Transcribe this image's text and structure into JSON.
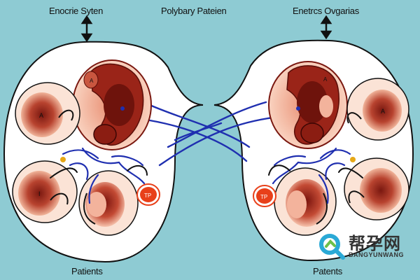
{
  "labels": {
    "left_title": "Enocrie Syten",
    "center_title": "Polybary Pateien",
    "right_title": "Enetrcs Ovgarias",
    "left_bottom": "Patients",
    "right_bottom": "Patents"
  },
  "markers": {
    "cell_a_left": "A",
    "cell_i_left": "I",
    "organ_a_left": "A",
    "organ_a_right": "A",
    "cell_a_right": "A",
    "badge_left": "TP",
    "badge_right": "TP"
  },
  "watermark": {
    "chinese": "帮孕网",
    "latin": "BANGYUNWANG"
  },
  "colors": {
    "background": "#8ecbd3",
    "outline": "#111111",
    "vessel": "#1f2fb0",
    "tissue_light": "#f4c0a8",
    "tissue_dark": "#8a1e14",
    "badge": "#e8401a"
  }
}
